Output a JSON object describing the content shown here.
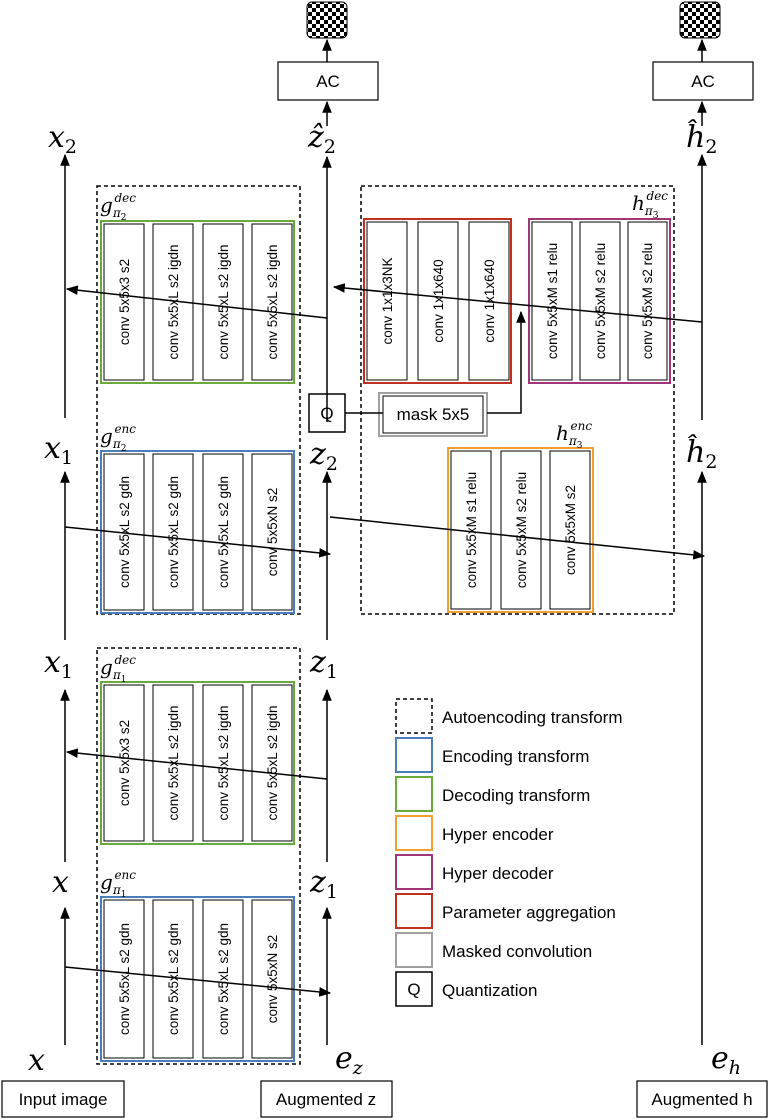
{
  "io": {
    "input_image": "Input image",
    "augmented_z": "Augmented z",
    "augmented_h": "Augmented h"
  },
  "ac_label": "AC",
  "q_label": "Q",
  "mask_label": "mask 5x5",
  "vars": {
    "x2": {
      "base": "x",
      "sub": "2"
    },
    "x1_top": {
      "base": "x",
      "sub": "1"
    },
    "x1_bottom": {
      "base": "x",
      "sub": "1"
    },
    "x": {
      "base": "x"
    },
    "x_bottom": {
      "base": "x"
    },
    "z2hat": {
      "base": "ẑ",
      "sub": "2"
    },
    "z2": {
      "base": "z",
      "sub": "2"
    },
    "z1_top": {
      "base": "z",
      "sub": "1"
    },
    "z1_bottom": {
      "base": "z",
      "sub": "1"
    },
    "ez": {
      "base": "e",
      "sub": "z"
    },
    "h2hat_top": {
      "base": "ĥ",
      "sub": "2"
    },
    "h2hat_mid": {
      "base": "ĥ",
      "sub": "2"
    },
    "eh": {
      "base": "e",
      "sub": "h"
    }
  },
  "blocks": {
    "g_pi2_dec": {
      "base": "g",
      "sub": "π",
      "subsub": "2",
      "sup": "dec",
      "convs": [
        "conv 5x5x3 s2",
        "conv 5x5xL s2 igdn",
        "conv 5x5xL s2 igdn",
        "conv 5x5xL s2 igdn"
      ]
    },
    "g_pi2_enc": {
      "base": "g",
      "sub": "π",
      "subsub": "2",
      "sup": "enc",
      "convs": [
        "conv 5x5xL s2 gdn",
        "conv 5x5xL s2 gdn",
        "conv 5x5xL s2 gdn",
        "conv 5x5xN s2"
      ]
    },
    "g_pi1_dec": {
      "base": "g",
      "sub": "π",
      "subsub": "1",
      "sup": "dec",
      "convs": [
        "conv 5x5x3 s2",
        "conv 5x5xL s2 igdn",
        "conv 5x5xL s2 igdn",
        "conv 5x5xL s2 igdn"
      ]
    },
    "g_pi1_enc": {
      "base": "g",
      "sub": "π",
      "subsub": "1",
      "sup": "enc",
      "convs": [
        "conv 5x5xL s2 gdn",
        "conv 5x5xL s2 gdn",
        "conv 5x5xL s2 gdn",
        "conv 5x5xN s2"
      ]
    },
    "h_pi3_dec": {
      "base": "h",
      "sub": "π",
      "subsub": "3",
      "sup": "dec"
    },
    "h_pi3_enc": {
      "base": "h",
      "sub": "π",
      "subsub": "3",
      "sup": "enc",
      "convs": [
        "conv 5x5xM s1 relu",
        "conv 5x5xM s2 relu",
        "conv 5x5xM s2"
      ]
    },
    "param_agg": {
      "convs": [
        "conv 1x1x3NK",
        "conv 1x1x640",
        "conv 1x1x640"
      ]
    },
    "hyper_dec": {
      "convs": [
        "conv 5x5xM s1 relu",
        "conv 5x5xM s2 relu",
        "conv 5x5xM s2 relu"
      ]
    }
  },
  "legend": [
    {
      "label": "Autoencoding transform",
      "color": "#000000",
      "style": "dashed"
    },
    {
      "label": "Encoding transform",
      "color": "#4a7ebb",
      "style": "solid"
    },
    {
      "label": "Decoding transform",
      "color": "#6aaa3a",
      "style": "solid"
    },
    {
      "label": "Hyper encoder",
      "color": "#f0a030",
      "style": "solid"
    },
    {
      "label": "Hyper decoder",
      "color": "#a0357a",
      "style": "solid"
    },
    {
      "label": "Parameter aggregation",
      "color": "#c03020",
      "style": "solid"
    },
    {
      "label": "Masked convolution",
      "color": "#a0a0a0",
      "style": "solid"
    },
    {
      "label": "Quantization",
      "color": "#000000",
      "style": "solid",
      "symbol": "Q"
    }
  ]
}
